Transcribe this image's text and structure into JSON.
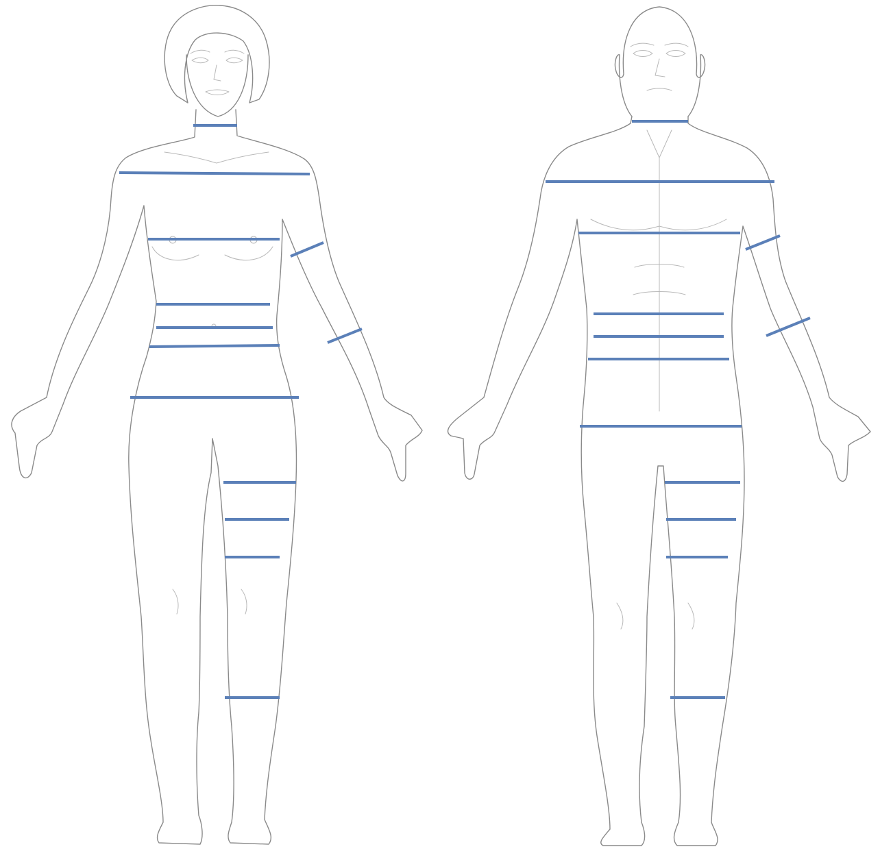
{
  "colors": {
    "background": "#ffffff",
    "outline": "#8a8a8a",
    "detail": "#b8b8b8",
    "measurement_line": "#5b80b8"
  },
  "figures": [
    {
      "id": "female",
      "measurements": [
        "neck",
        "shoulders",
        "bust",
        "upper-arm",
        "forearm",
        "waist-upper",
        "waist",
        "waist-lower",
        "hips",
        "thigh-upper",
        "thigh-mid",
        "thigh-lower",
        "calf"
      ]
    },
    {
      "id": "male",
      "measurements": [
        "neck",
        "shoulders",
        "chest",
        "upper-arm",
        "forearm",
        "waist-upper",
        "waist",
        "waist-lower",
        "hips",
        "thigh-upper",
        "thigh-mid",
        "thigh-lower",
        "calf"
      ]
    }
  ]
}
